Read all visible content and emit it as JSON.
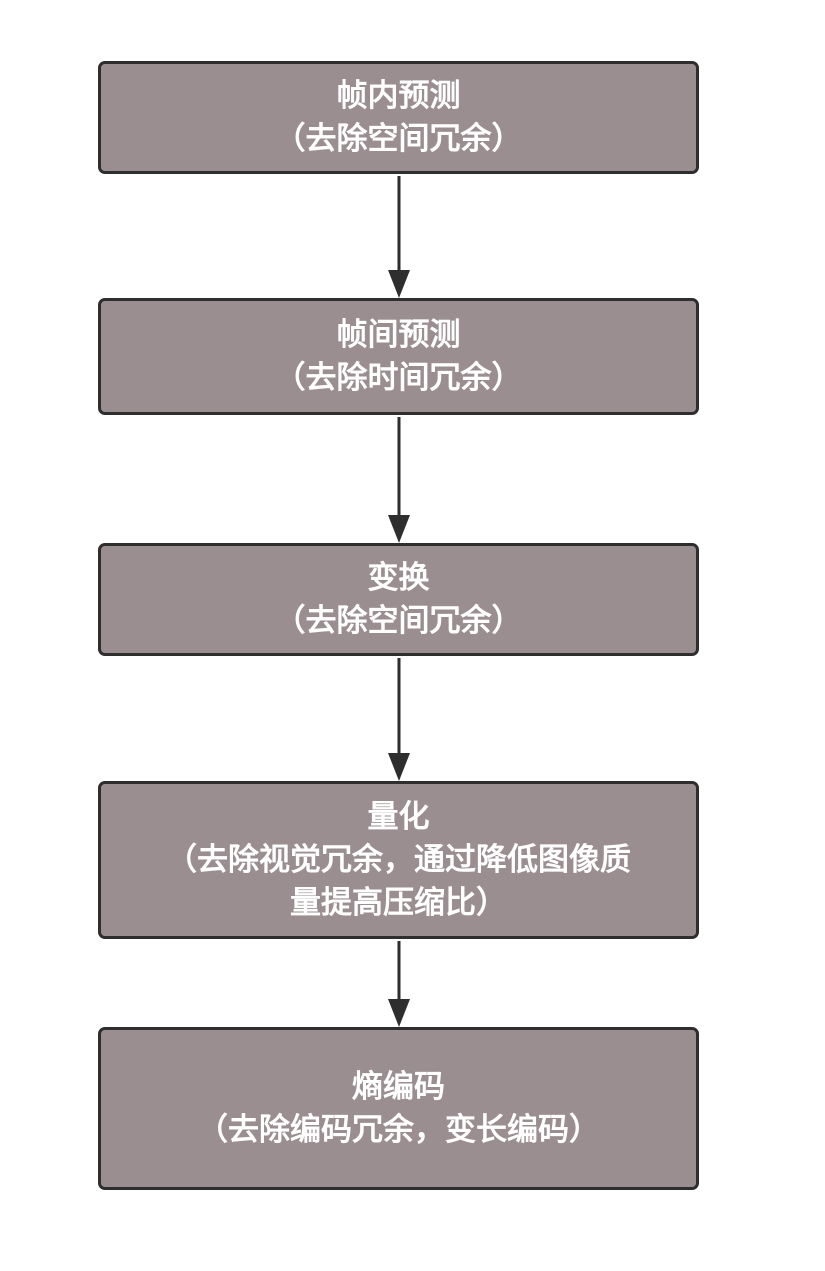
{
  "nodes": [
    {
      "title": "帧内预测",
      "lines": [
        "（去除空间冗余）"
      ]
    },
    {
      "title": "帧间预测",
      "lines": [
        "（去除时间冗余）"
      ]
    },
    {
      "title": "变换",
      "lines": [
        "（去除空间冗余）"
      ]
    },
    {
      "title": "量化",
      "lines": [
        "（去除视觉冗余，通过降低图像质",
        "量提高压缩比）"
      ]
    },
    {
      "title": "熵编码",
      "lines": [
        "（去除编码冗余，变长编码）"
      ]
    }
  ],
  "colors": {
    "node_fill": "#9b8e91",
    "node_border": "#2e2e2e",
    "text": "#ffffff",
    "arrow": "#2e2e2e"
  }
}
